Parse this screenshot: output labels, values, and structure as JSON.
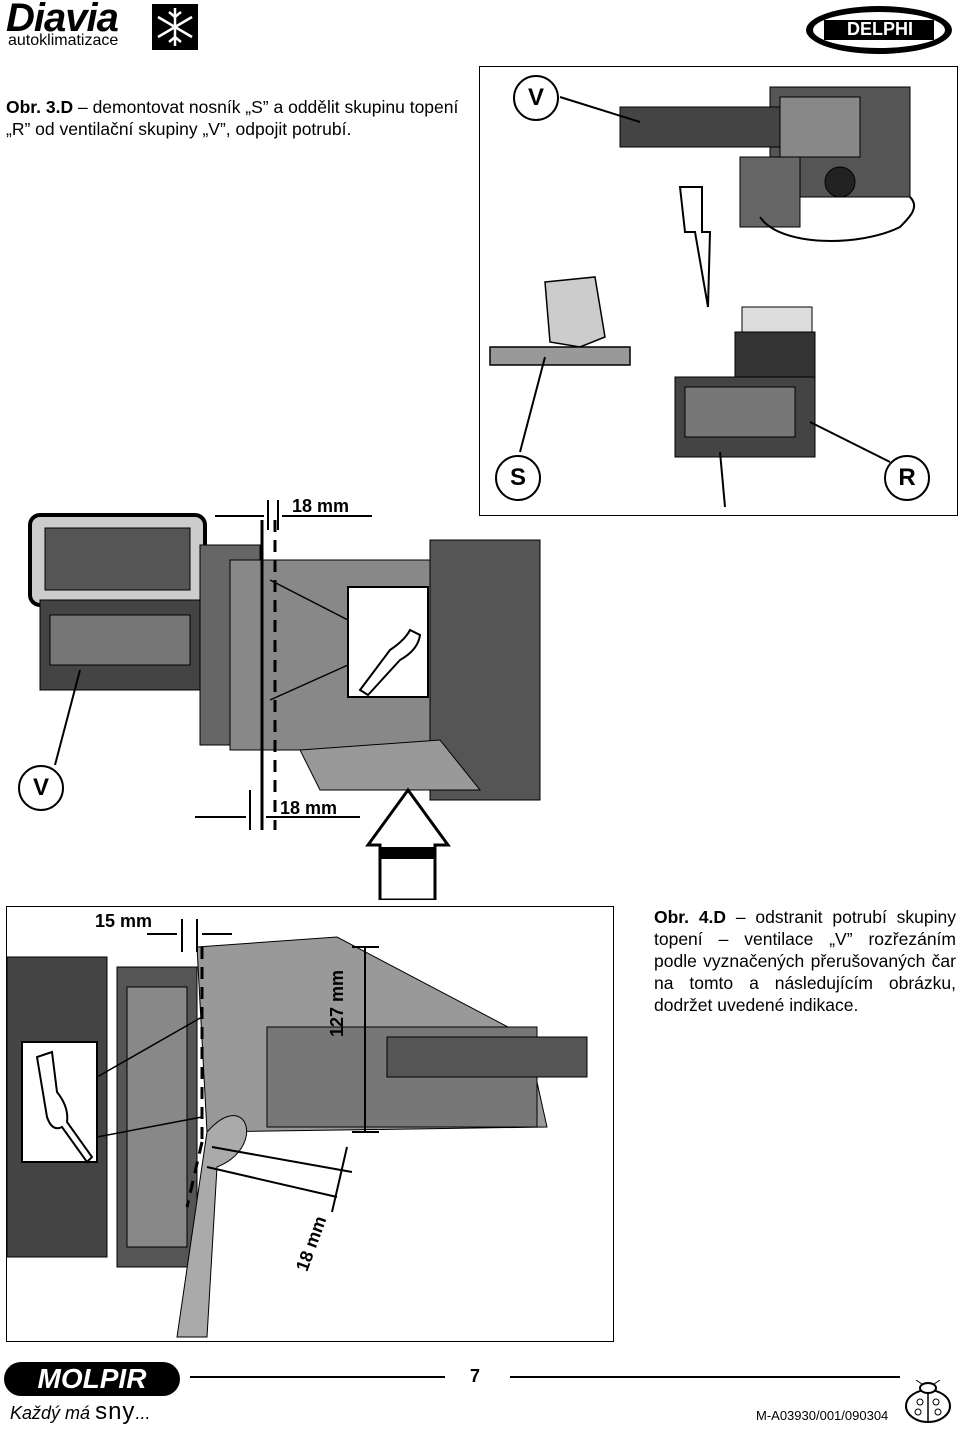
{
  "header": {
    "brand": "Diavia",
    "brand_sub": "autoklimatizace",
    "partner": "DELPHI"
  },
  "fig3_caption": {
    "label": "Obr. 3.D",
    "text": "– demontovat nosník „S” a oddělit skupinu topení „R” od ventilační skupiny „V”, odpojit potrubí."
  },
  "fig4_caption": {
    "label": "Obr. 4.D",
    "text": "– odstranit potrubí skupiny topení – ventilace „V” rozřezáním podle vyznačených přerušovaných čar na tomto a následujícím obrázku, dodržet uvedené indikace."
  },
  "fig1": {
    "label_v": "V",
    "label_s": "S",
    "label_r": "R"
  },
  "fig2": {
    "dim_top": "18 mm",
    "dim_bottom": "18 mm",
    "label_v": "V"
  },
  "fig3": {
    "dim_top": "15 mm",
    "dim_vertical": "127 mm",
    "dim_diag": "18 mm"
  },
  "footer": {
    "brand": "MOLPIR",
    "slogan_1": "Každý",
    "slogan_2": "má",
    "slogan_3": "sny",
    "slogan_4": "...",
    "page": "7",
    "doc_id": "M-A03930/001/090304"
  }
}
